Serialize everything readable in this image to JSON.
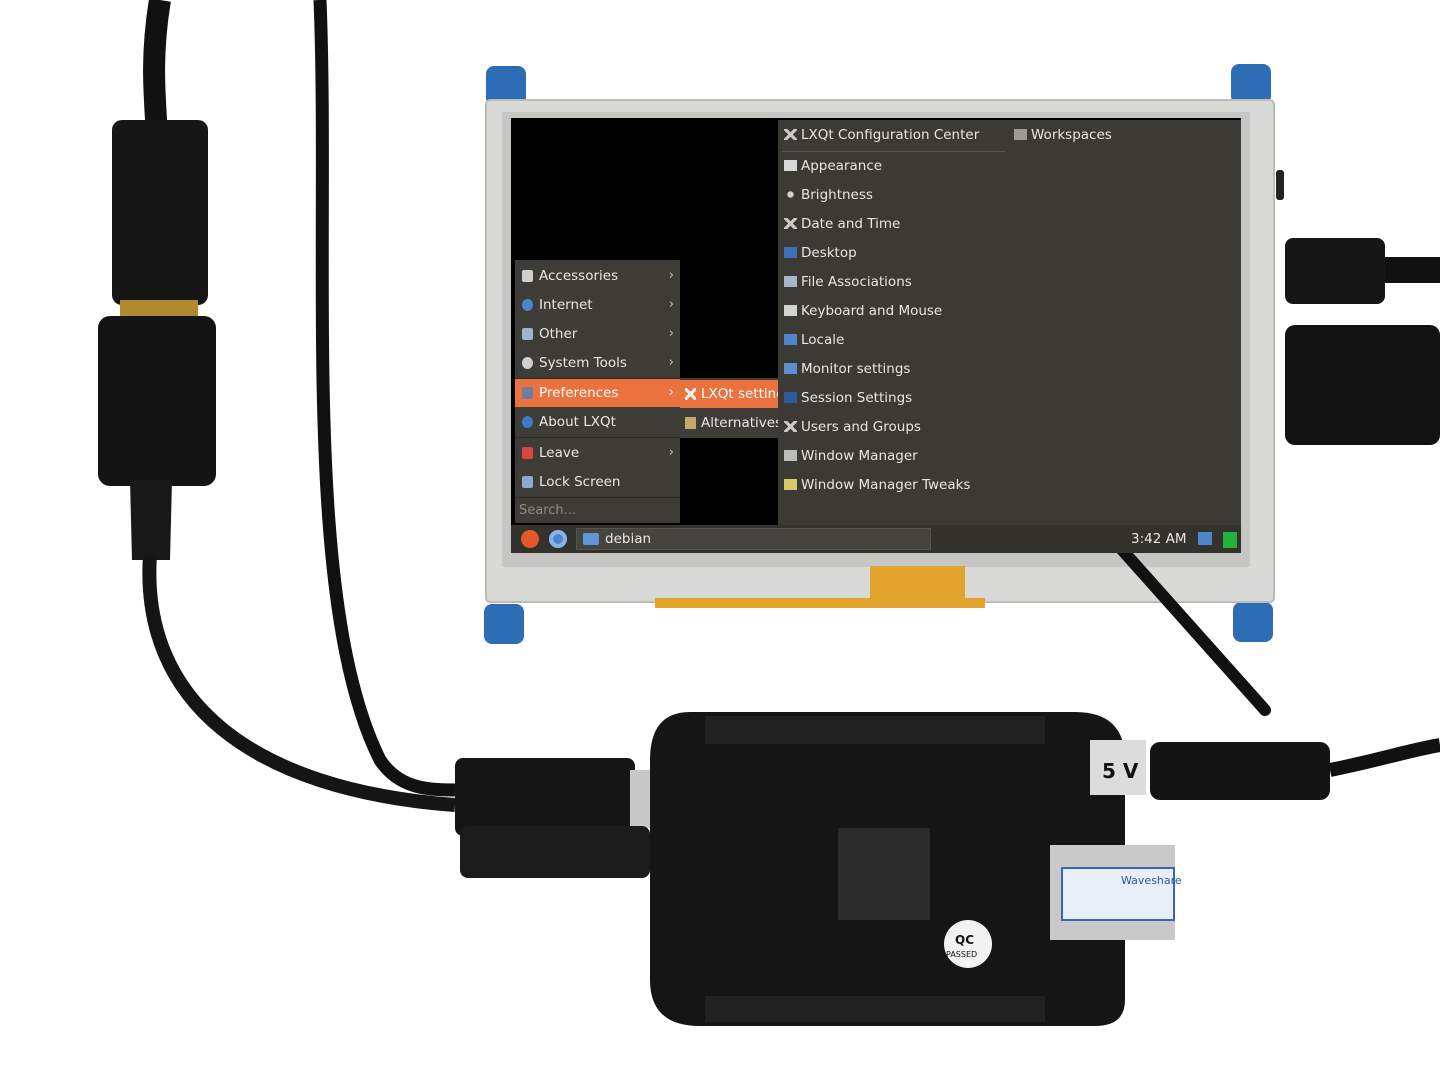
{
  "settings_panel": {
    "items": [
      {
        "label": "LXQt Configuration Center",
        "icon": "tools-icon"
      },
      {
        "label": "Appearance",
        "icon": "appearance-icon"
      },
      {
        "label": "Brightness",
        "icon": "brightness-icon"
      },
      {
        "label": "Date and Time",
        "icon": "tools-icon"
      },
      {
        "label": "Desktop",
        "icon": "desktop-icon"
      },
      {
        "label": "File Associations",
        "icon": "file-associations-icon"
      },
      {
        "label": "Keyboard and Mouse",
        "icon": "keyboard-icon"
      },
      {
        "label": "Locale",
        "icon": "locale-icon"
      },
      {
        "label": "Monitor settings",
        "icon": "monitor-icon"
      },
      {
        "label": "Session Settings",
        "icon": "session-icon"
      },
      {
        "label": "Users and Groups",
        "icon": "tools-icon"
      },
      {
        "label": "Window Manager",
        "icon": "window-manager-icon"
      },
      {
        "label": "Window Manager Tweaks",
        "icon": "window-tweaks-icon"
      }
    ],
    "workspaces_label": "Workspaces"
  },
  "main_menu": {
    "items": [
      {
        "label": "Accessories",
        "icon": "accessories-icon",
        "has_submenu": true
      },
      {
        "label": "Internet",
        "icon": "globe-icon",
        "has_submenu": true
      },
      {
        "label": "Other",
        "icon": "other-icon",
        "has_submenu": true
      },
      {
        "label": "System Tools",
        "icon": "gear-icon",
        "has_submenu": true
      },
      {
        "label": "Preferences",
        "icon": "preferences-icon",
        "has_submenu": true,
        "active": true
      },
      {
        "label": "About LXQt",
        "icon": "info-icon",
        "has_submenu": false
      },
      {
        "label": "Leave",
        "icon": "power-icon",
        "has_submenu": true
      },
      {
        "label": "Lock Screen",
        "icon": "lock-icon",
        "has_submenu": false
      }
    ],
    "chevron": "›",
    "search_placeholder": "Search..."
  },
  "sub_menu": {
    "items": [
      {
        "label": "LXQt settings",
        "icon": "tools-icon",
        "active": true
      },
      {
        "label": "Alternatives",
        "icon": "alternatives-icon"
      }
    ]
  },
  "taskbar": {
    "window_label": "debian",
    "clock": "3:42 AM"
  },
  "board_labels": {
    "voltage": "5 V",
    "qc_line1": "QC",
    "qc_line2": "PASSED",
    "brand": "Waveshare"
  },
  "colors": {
    "accent": "#e9723e",
    "menu_bg": "#3d3c36",
    "panel_bg": "#3b3a34"
  }
}
